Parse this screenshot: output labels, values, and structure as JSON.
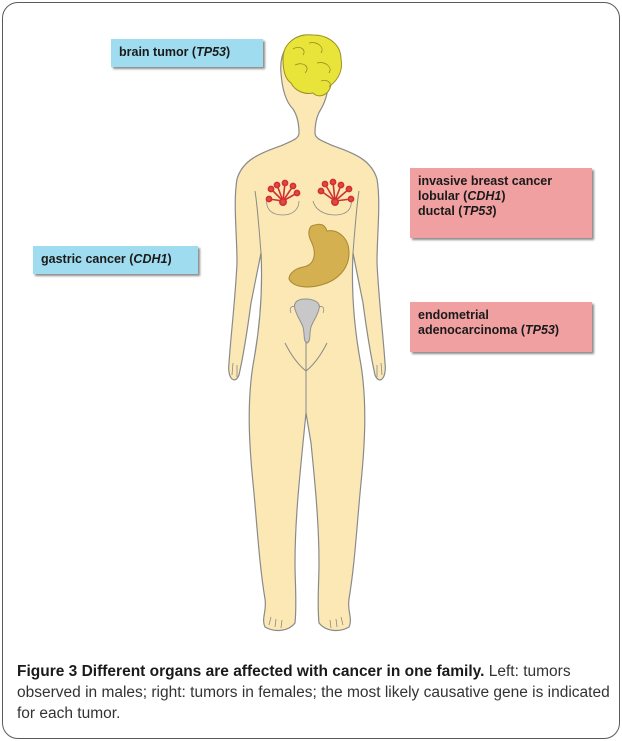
{
  "labels": {
    "brain": {
      "text": "brain tumor (",
      "gene": "TP53",
      "close": ")"
    },
    "gastric": {
      "text": "gastric cancer (",
      "gene": "CDH1",
      "close": ")"
    },
    "breast": {
      "line1": "invasive breast cancer",
      "line2_text": "lobular (",
      "line2_gene": "CDH1",
      "line2_close": ")",
      "line3_text": "ductal (",
      "line3_gene": "TP53",
      "line3_close": ")"
    },
    "endometrial": {
      "line1": "endometrial",
      "line2_text": "adenocarcinoma (",
      "line2_gene": "TP53",
      "line2_close": ")"
    }
  },
  "caption": {
    "title": "Figure 3 Different organs are affected with cancer in one family.",
    "body": " Left: tumors observed in males; right: tumors in females; the most likely causative gene is indicated for each tumor."
  },
  "colors": {
    "skin": "#fbe8b5",
    "outline": "#8a8a8a",
    "brain": "#e8e43a",
    "stomach": "#d4b050",
    "uterus": "#c8c8c8",
    "breast_tissue": "#e04848",
    "label_blue": "#9fdcef",
    "label_red": "#f0a0a0"
  }
}
